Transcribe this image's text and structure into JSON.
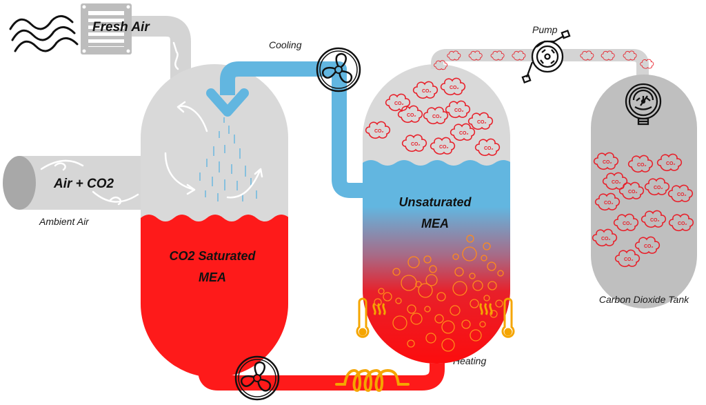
{
  "labels": {
    "fresh_air": "Fresh Air",
    "cooling": "Cooling",
    "pump": "Pump",
    "air_co2": "Air + CO2",
    "ambient_air": "Ambient Air",
    "saturated_line1": "CO2 Saturated",
    "saturated_line2": "MEA",
    "unsaturated_line1": "Unsaturated",
    "unsaturated_line2": "MEA",
    "heating": "Heating",
    "tank": "Carbon Dioxide Tank"
  },
  "co2_bubble_label": "CO₂",
  "colors": {
    "vessel_gray": "#d9d9d9",
    "tank_gray": "#bfbfbf",
    "pipe_gray": "#d4d4d4",
    "mea_red": "#fe1a1a",
    "cool_blue": "#62b6e0",
    "heater_orange": "#f5a500",
    "co2_red": "#e8202a",
    "outline": "#1a1a1a"
  },
  "icons": {
    "fresh_air_vent": "vent-grille-icon",
    "wind": "wind-waves-icon",
    "cooling_fan": "fan-icon",
    "return_fan": "fan-icon",
    "pump": "pump-icon",
    "pressure_gauge": "gauge-icon",
    "heater_coil": "coil-heater-icon",
    "thermometers": "thermometer-icon"
  }
}
